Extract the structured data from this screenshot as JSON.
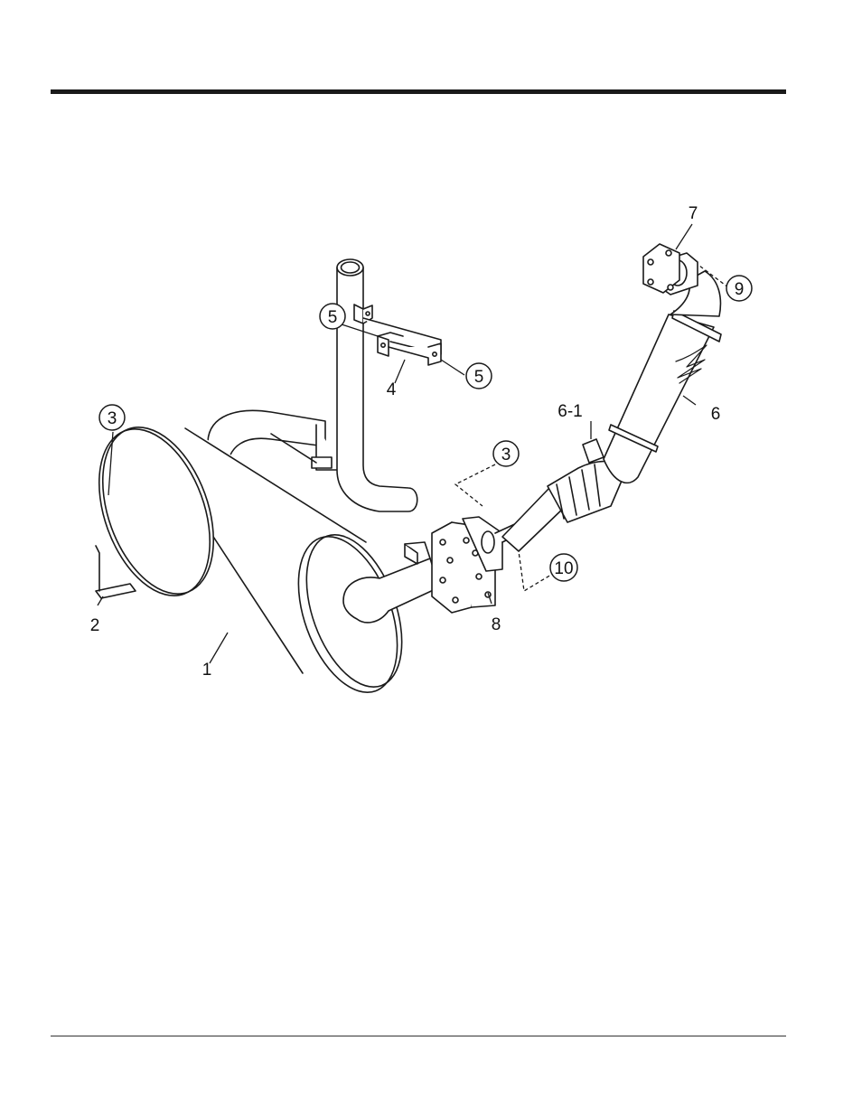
{
  "callouts": {
    "c1": "1",
    "c2": "2",
    "c3a": "3",
    "c3b": "3",
    "c4": "4",
    "c5a": "5",
    "c5b": "5",
    "c6": "6",
    "c6_1": "6-1",
    "c7": "7",
    "c8": "8",
    "c9": "9",
    "c10": "10"
  }
}
